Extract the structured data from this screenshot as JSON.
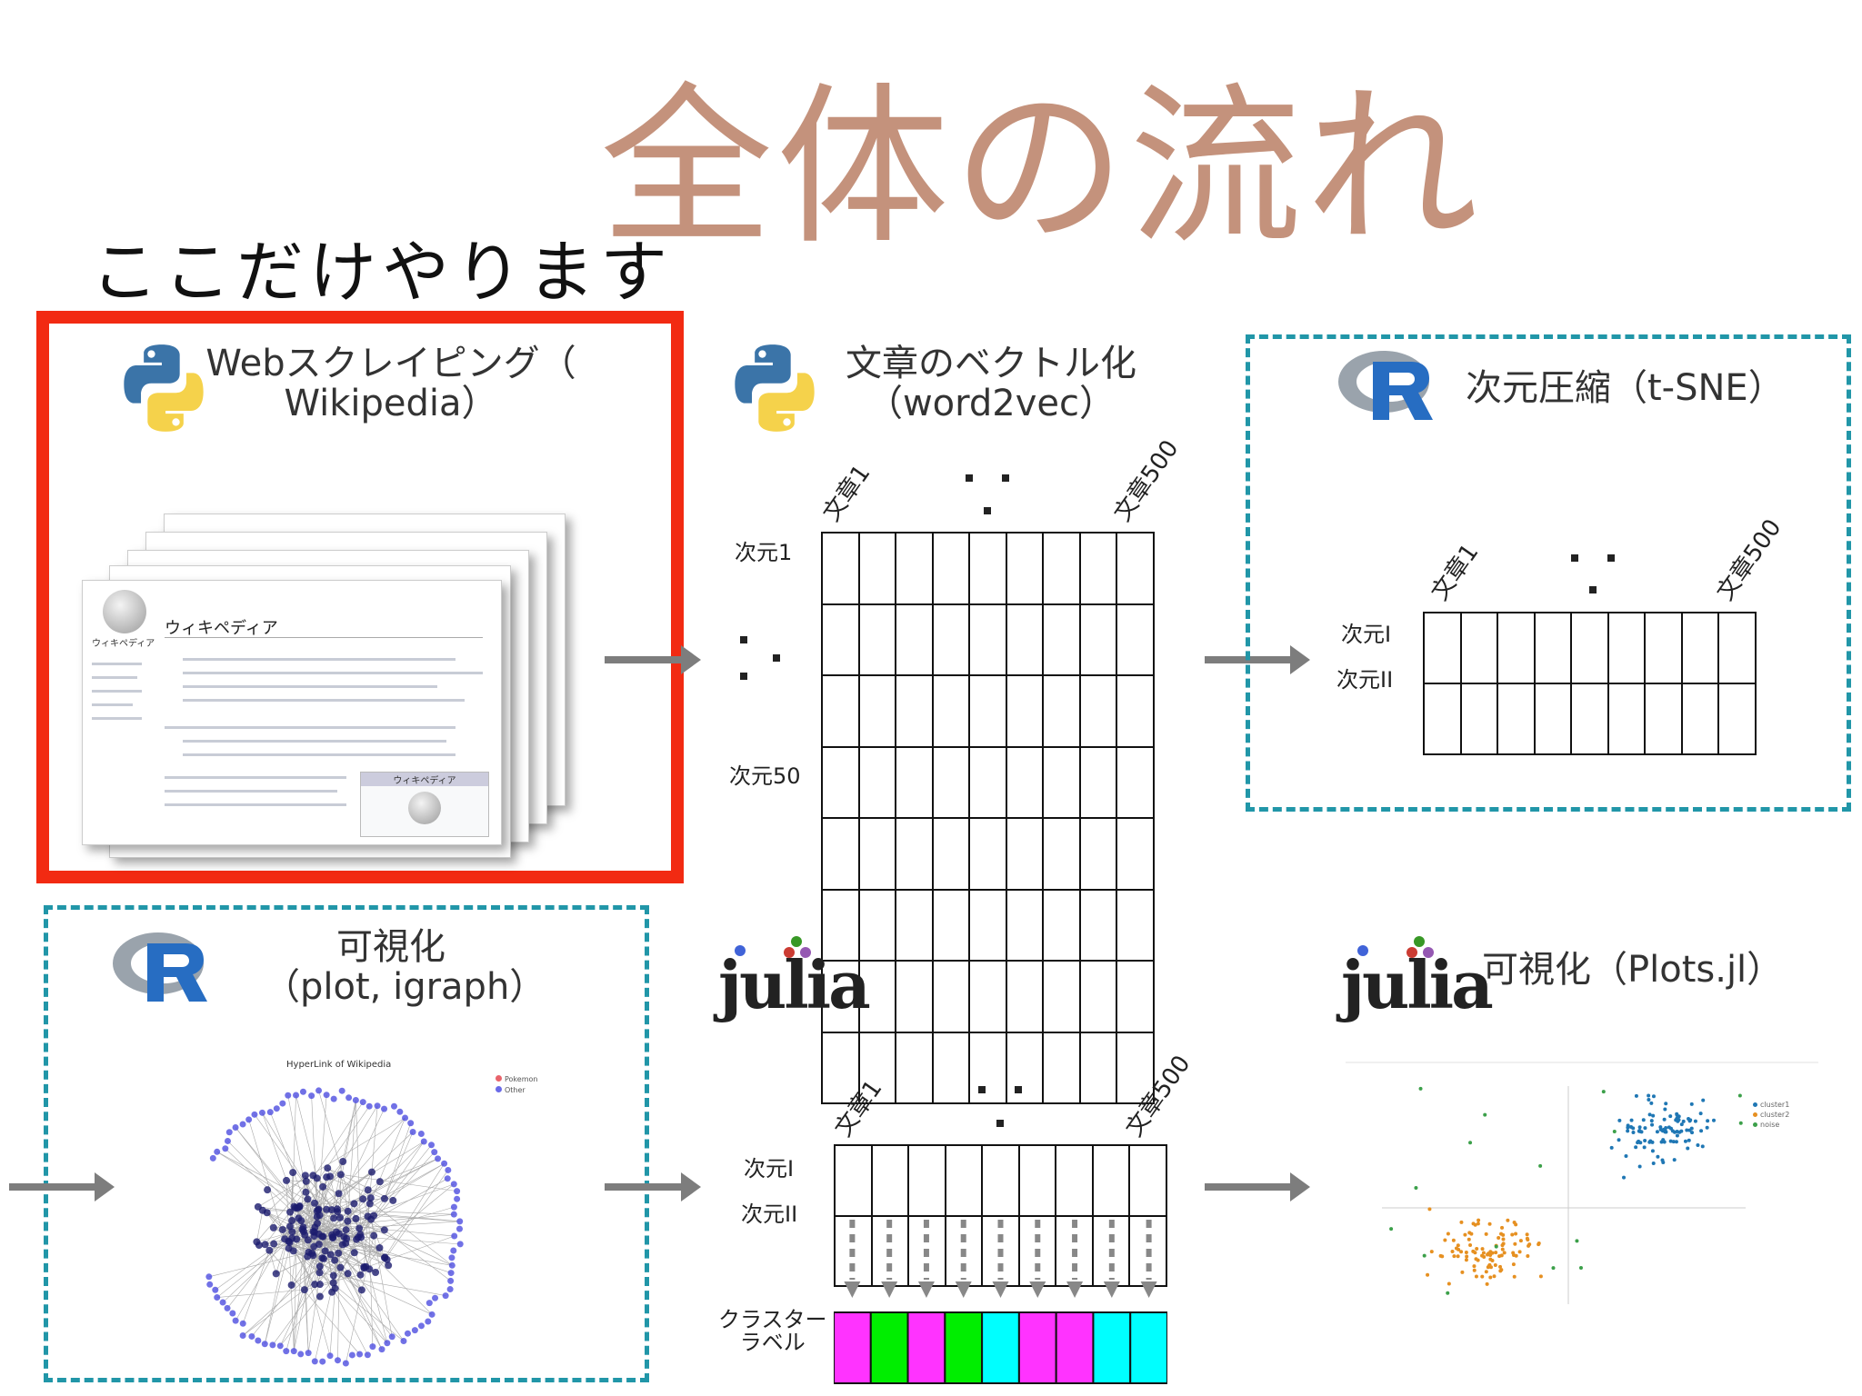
{
  "slide_title": "全体の流れ",
  "focus_note": "ここだけやります",
  "stage_scraping": {
    "title_line1": "Webスクレイピング（",
    "title_line2": "Wikipedia）",
    "logo": "python-logo"
  },
  "wikipedia_preview": {
    "logo_caption": "ウィキペディア",
    "page_heading": "ウィキペディア",
    "infobox_title": "ウィキペディア"
  },
  "stage_vectorize": {
    "title_line1": "文章のベクトル化",
    "title_line2": "（word2vec）",
    "logo": "python-logo",
    "col_first": "文章1",
    "col_last": "文章500",
    "row_first": "次元1",
    "row_last": "次元50"
  },
  "stage_tsne": {
    "title": "次元圧縮（t-SNE）",
    "logo": "r-logo",
    "col_first": "文章1",
    "col_last": "文章500",
    "row1": "次元I",
    "row2": "次元II"
  },
  "stage_cluster": {
    "logo": "julia-logo",
    "col_first": "文章1",
    "col_last": "文章500",
    "row1": "次元I",
    "row2": "次元II",
    "label": "クラスター\nラベル",
    "cluster_colors": [
      "#ff33ff",
      "#00ee00",
      "#ff33ff",
      "#00ee00",
      "#00ffff",
      "#ff33ff",
      "#ff33ff",
      "#00ffff",
      "#00ffff"
    ]
  },
  "stage_plots": {
    "title": "可視化（Plots.jl）",
    "logo": "julia-logo",
    "scatter_legend": [
      "cluster1",
      "cluster2",
      "noise"
    ]
  },
  "stage_network": {
    "title_line1": "可視化",
    "title_line2": "（plot, igraph）",
    "logo": "r-logo",
    "graph_title": "HyperLink of Wikipedia",
    "graph_legend": [
      "Pokemon",
      "Other"
    ]
  },
  "colors": {
    "title": "#c4927c",
    "highlight": "#f22a12",
    "dashed": "#2196a8",
    "arrow": "#7d7d7d"
  }
}
